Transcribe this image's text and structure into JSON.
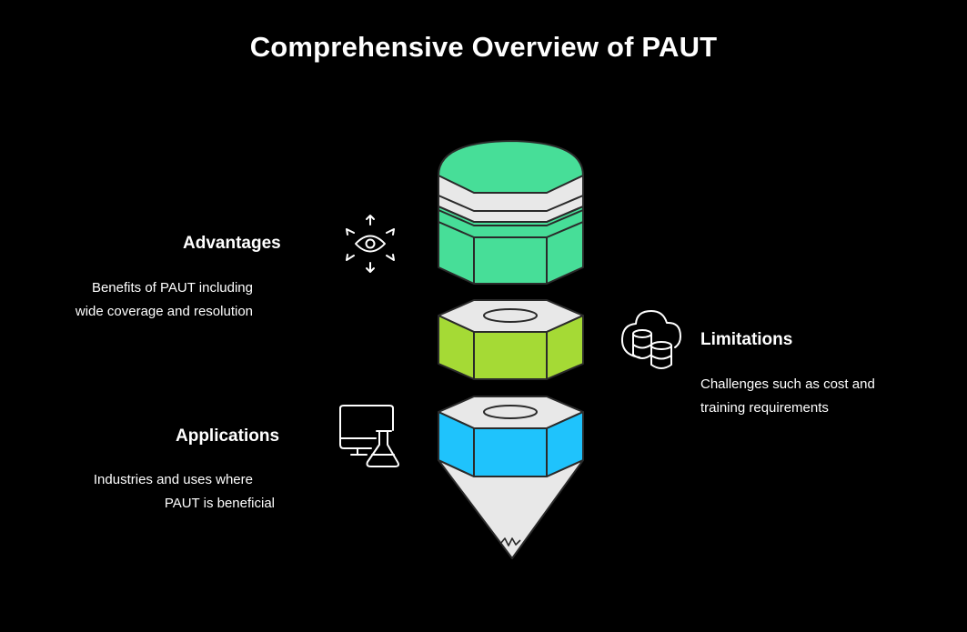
{
  "title": "Comprehensive Overview of PAUT",
  "colors": {
    "background": "#000000",
    "top_segment": "#47de98",
    "middle_segment": "#a5da35",
    "bottom_segment": "#1fc3fc",
    "neutral": "#e8e8e8",
    "outline": "#2a2a2a"
  },
  "sections": {
    "advantages": {
      "title": "Advantages",
      "lines": [
        "Benefits of PAUT including",
        "wide coverage and resolution"
      ],
      "icon": "eye-with-arrows-icon"
    },
    "limitations": {
      "title": "Limitations",
      "lines": [
        "Challenges such as cost and",
        "training requirements"
      ],
      "icon": "cloud-database-icon"
    },
    "applications": {
      "title": "Applications",
      "lines": [
        "Industries and uses where",
        "PAUT is beneficial"
      ],
      "icon": "monitor-flask-icon"
    }
  }
}
